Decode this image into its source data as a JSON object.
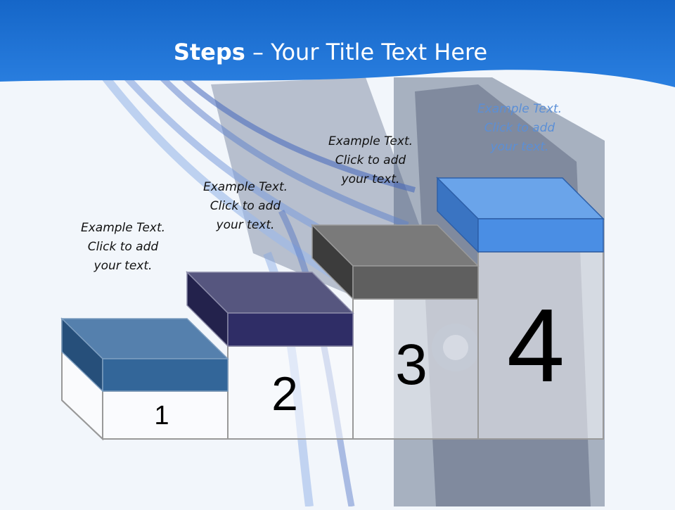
{
  "header": {
    "title_bold": "Steps",
    "title_rest": " – Your Title Text Here"
  },
  "steps": [
    {
      "number": "1",
      "text_lines": [
        "Example Text.",
        "Click  to add",
        "your text."
      ],
      "color": "#336699"
    },
    {
      "number": "2",
      "text_lines": [
        "Example Text.",
        "Click  to add",
        "your text."
      ],
      "color": "#2f2d66"
    },
    {
      "number": "3",
      "text_lines": [
        "Example Text.",
        "Click  to add",
        "your text."
      ],
      "color": "#5f5f5f"
    },
    {
      "number": "4",
      "text_lines": [
        "Example Text.",
        "Click  to add",
        "your text."
      ],
      "color": "#4a8ee4"
    }
  ],
  "colors": {
    "header_blue": "#1d6fd0",
    "header_dark": "#0f53a8",
    "background": "#f2f6fb"
  }
}
